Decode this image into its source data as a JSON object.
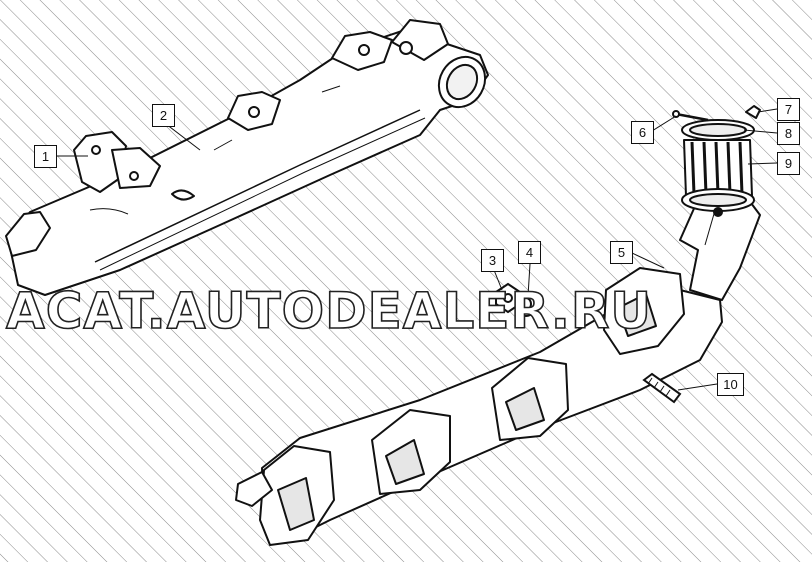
{
  "watermark": {
    "text": "ACAT.AUTODEALER.RU"
  },
  "callouts": [
    {
      "id": "1",
      "label": "1"
    },
    {
      "id": "2",
      "label": "2"
    },
    {
      "id": "3",
      "label": "3"
    },
    {
      "id": "4",
      "label": "4"
    },
    {
      "id": "5",
      "label": "5"
    },
    {
      "id": "6",
      "label": "6"
    },
    {
      "id": "7",
      "label": "7"
    },
    {
      "id": "8",
      "label": "8"
    },
    {
      "id": "9",
      "label": "9"
    },
    {
      "id": "10",
      "label": "10"
    }
  ]
}
